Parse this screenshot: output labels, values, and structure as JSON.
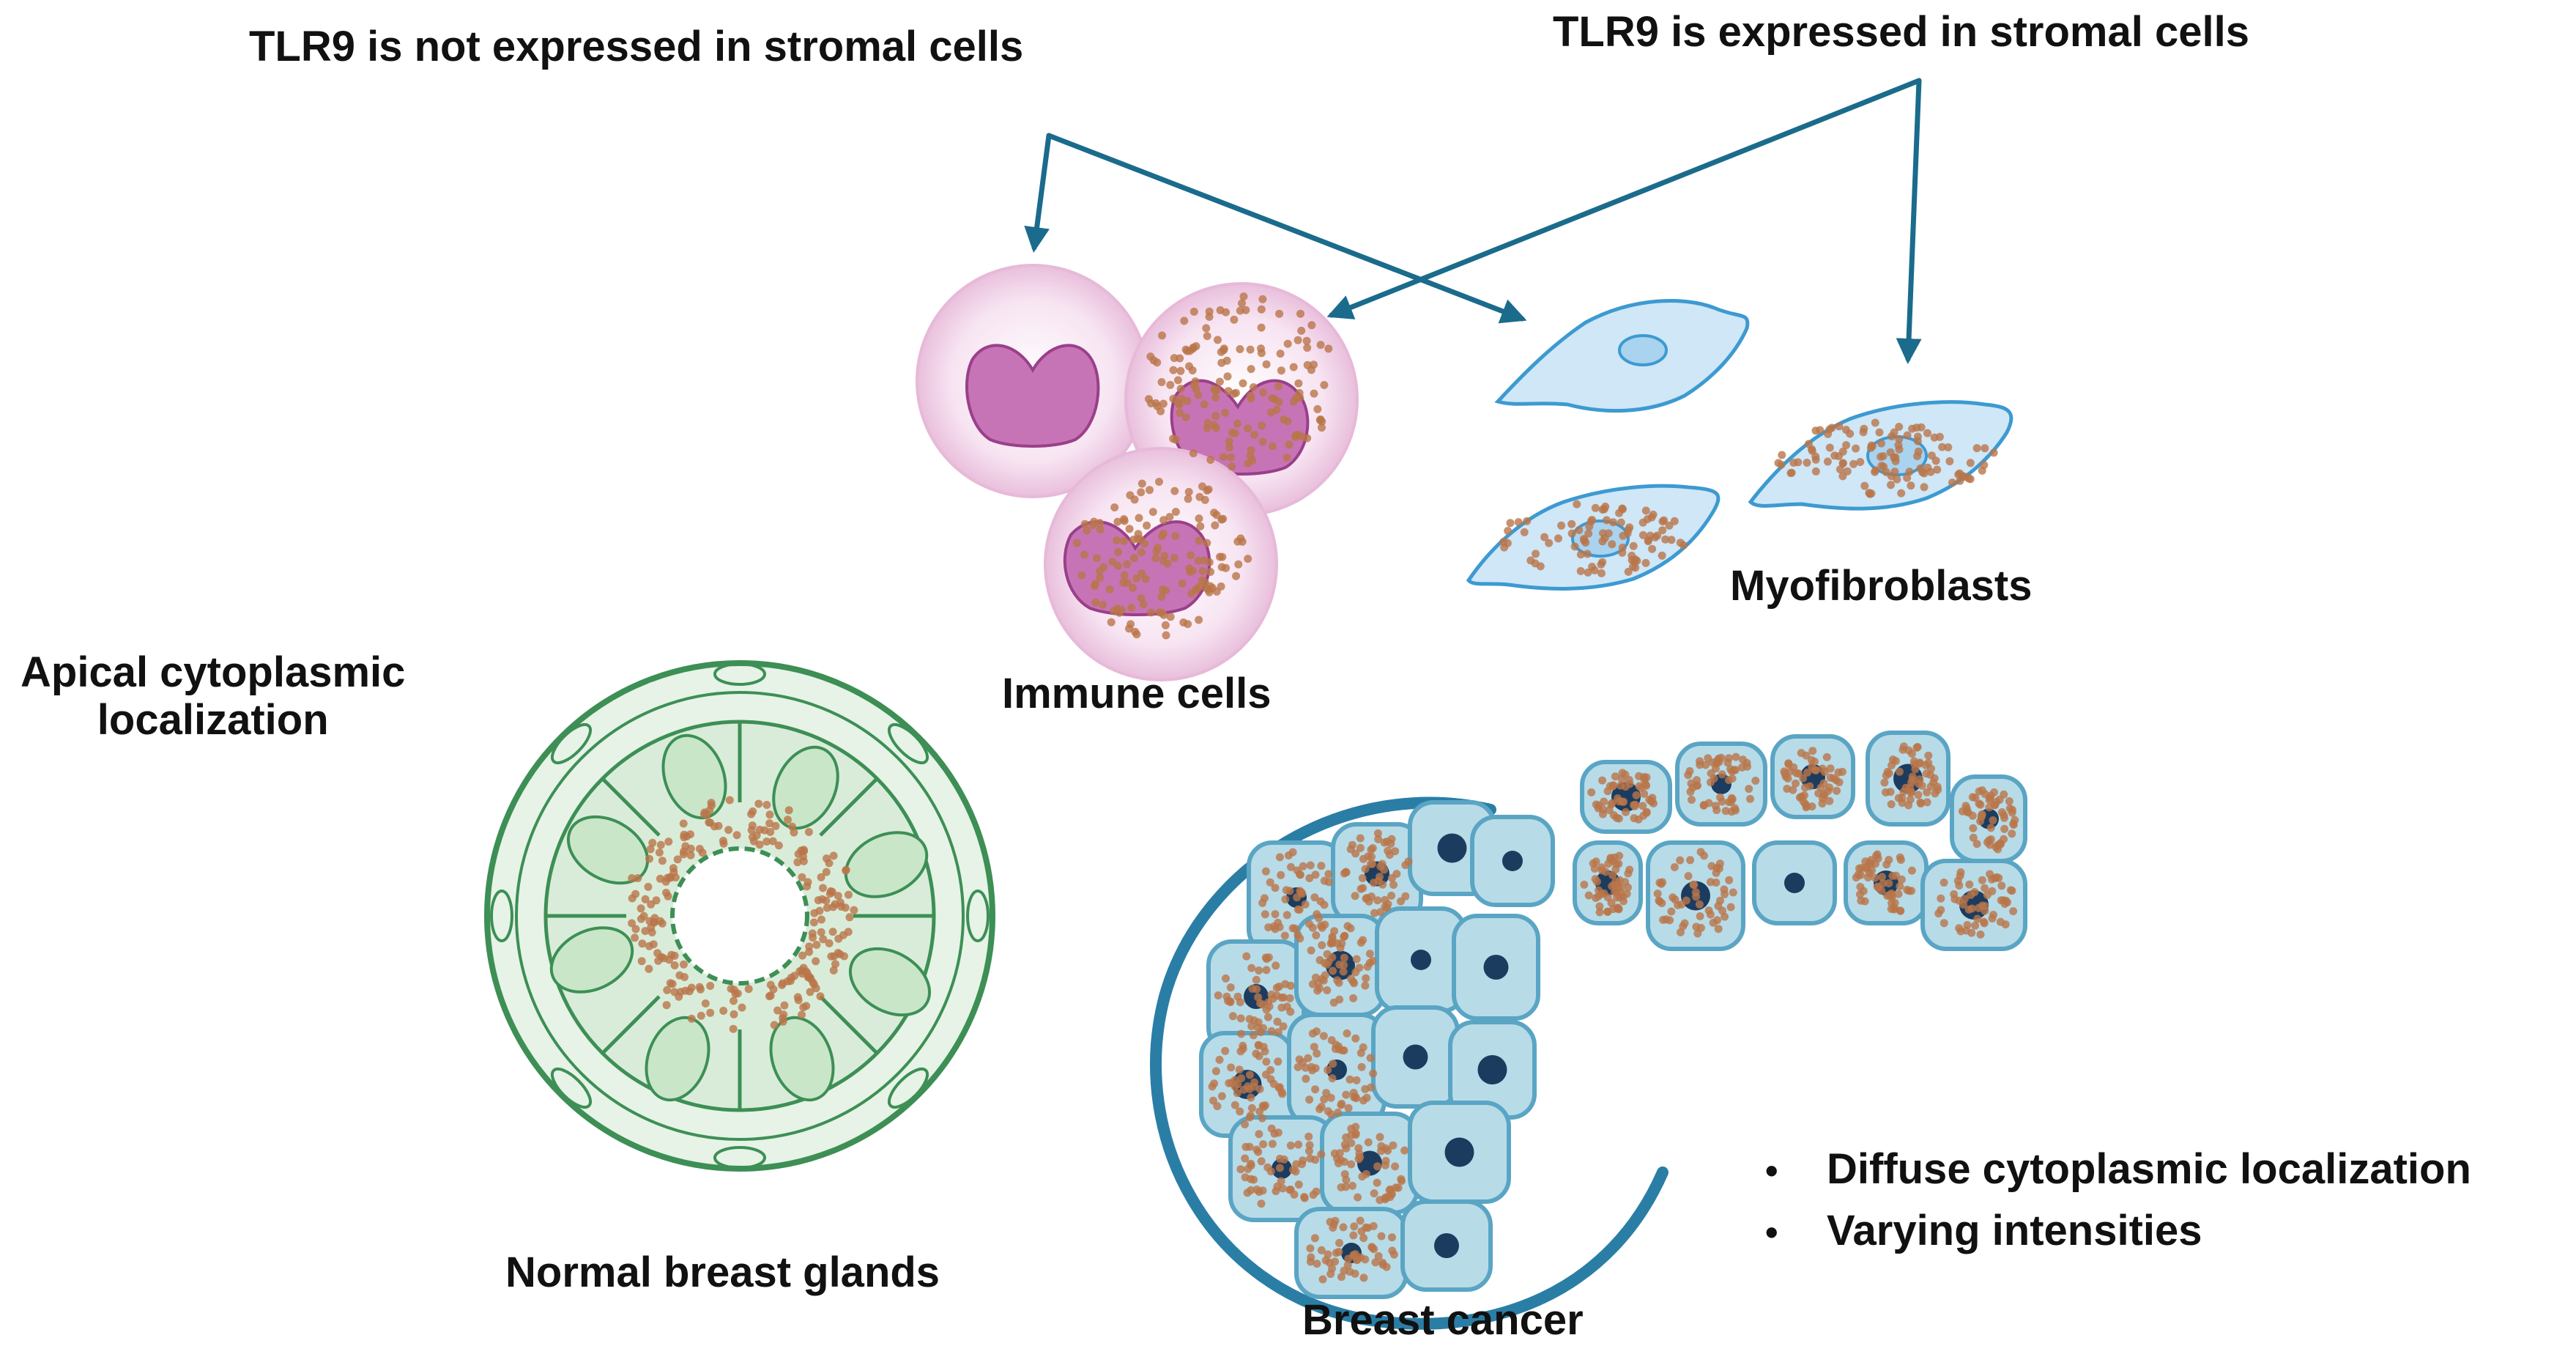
{
  "labels": {
    "not_expressed": "TLR9 is not expressed in stromal  cells",
    "expressed": "TLR9 is expressed in stromal cells",
    "apical_line1": "Apical cytoplasmic",
    "apical_line2": "localization",
    "immune_cells": "Immune cells",
    "myofibroblasts": "Myofibroblasts",
    "normal_breast_glands": "Normal breast glands",
    "breast_cancer": "Breast cancer"
  },
  "bullets": [
    "Diffuse cytoplasmic localization",
    "Varying intensities"
  ],
  "colors": {
    "arrow": "#1a6b8c",
    "stain_dots": "#b9764a",
    "immune_cytoplasm": "#f4d3ec",
    "immune_nucleus": "#b45aa5",
    "fibroblast_fill": "#cfe7f7",
    "fibroblast_edge": "#3d9ad1",
    "gland_edge": "#3d8f55",
    "gland_fill": "#e6f3e6",
    "tumor_fill": "#b8dbe8",
    "tumor_edge": "#5aa5c4",
    "tumor_nucleus": "#1c3c5f"
  }
}
